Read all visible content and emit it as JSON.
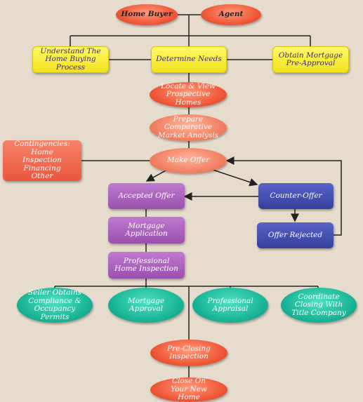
{
  "nodes": {
    "home_buyer": "Home Buyer",
    "agent": "Agent",
    "understand": "Understand The Home Buying Process",
    "determine": "Determine Needs",
    "mortgage_preapproval": "Obtain Mortgage Pre-Approval",
    "locate": "Locate & View Prospective Homes",
    "prepare": "Prepare Comparative Market Analysis",
    "contingencies": "Contingencies: Home Inspection Financing Other",
    "make_offer": "Make Offer",
    "accepted": "Accepted Offer",
    "counter": "Counter-Offer",
    "rejected": "Offer Rejected",
    "mortgage_app": "Mortgage Application",
    "inspection": "Professional Home Inspection",
    "seller_permits": "Seller Obtains Compliance & Occupancy Permits",
    "mortgage_approval": "Mortgage Approval",
    "appraisal": "Professional Appraisal",
    "closing_title": "Coordinate Closing With Title Company",
    "preclosing": "Pre-Closing Inspection",
    "close": "Close On Your New Home"
  },
  "colors": {
    "background": "#e6dccd",
    "oval_red": "#f05a3a",
    "yellow": "#f2e21a",
    "purple": "#9a50ae",
    "blue": "#343e9a",
    "teal": "#17b394"
  }
}
